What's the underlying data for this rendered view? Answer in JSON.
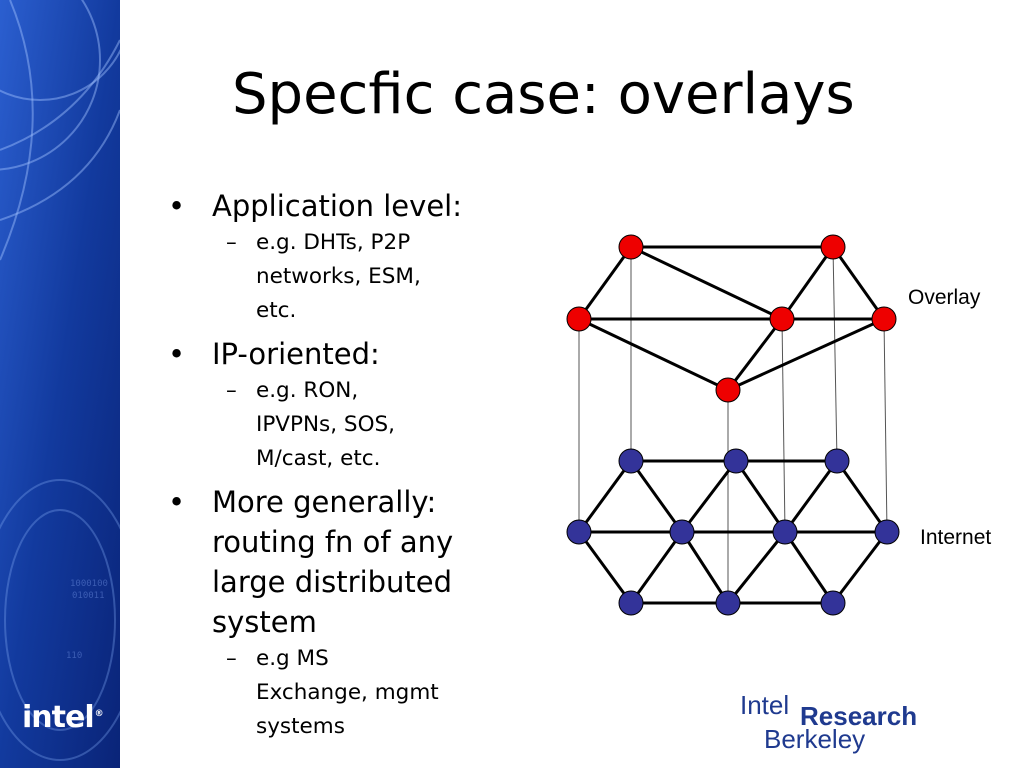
{
  "slide": {
    "title": "Specfic case: overlays",
    "bullets": [
      {
        "text": "Application level:",
        "subs": [
          "e.g. DHTs, P2P networks, ESM, etc."
        ]
      },
      {
        "text": "IP-oriented:",
        "subs": [
          "e.g. RON, IPVPNs, SOS, M/cast, etc."
        ]
      },
      {
        "text": "More generally: routing fn of any large distributed system",
        "subs": [
          "e.g MS Exchange, mgmt systems"
        ]
      }
    ],
    "bullet_glyph": "•",
    "sub_glyph": "–"
  },
  "diagram": {
    "overlay_label": "Overlay",
    "internet_label": "Internet",
    "overlay_color": "#ee0000",
    "internet_color": "#333399"
  },
  "branding": {
    "sidebar_logo": "intel",
    "logo_line1": "Intel",
    "logo_line2": "Research",
    "logo_line3": "Berkeley"
  },
  "colors": {
    "sidebar_dark": "#0a1f7a",
    "sidebar_light": "#2a55c8"
  }
}
